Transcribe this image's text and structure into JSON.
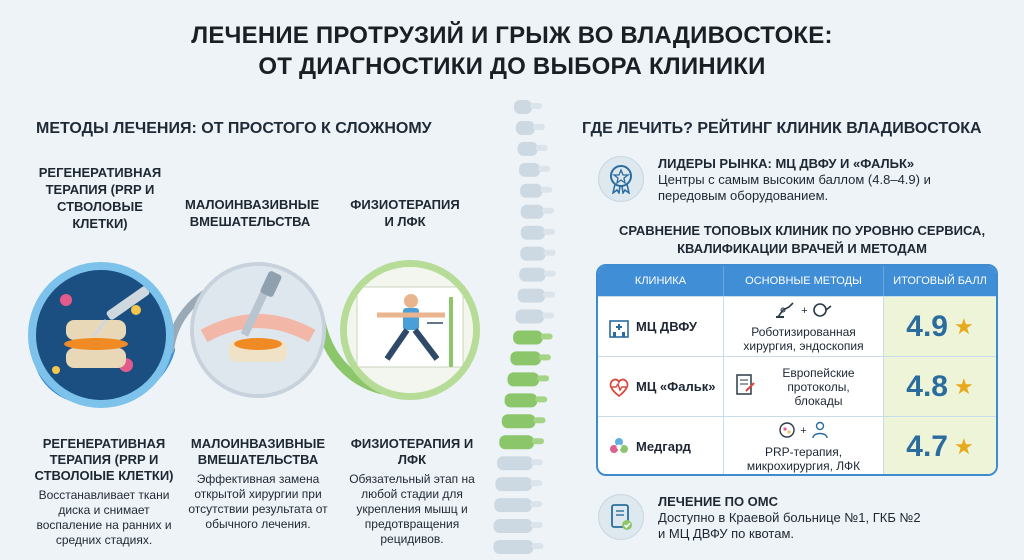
{
  "title": {
    "line1": "ЛЕЧЕНИЕ ПРОТРУЗИЙ И ГРЫЖ ВО ВЛАДИВОСТОКЕ:",
    "line2": "ОТ ДИАГНОСТИКИ ДО ВЫБОРА КЛИНИКИ"
  },
  "left": {
    "heading": "МЕТОДЫ ЛЕЧЕНИЯ: ОТ ПРОСТОГО К СЛОЖНОМУ",
    "methods": [
      {
        "top_label": "РЕГЕНЕРАТИВНАЯ ТЕРАПИЯ (PRP И СТВОЛОВЫЕ КЛЕТКИ)",
        "bottom_label": "РЕГЕНЕРАТИВНАЯ ТЕРАПИЯ (PRP И СТВОЛОIЫЕ КЛЕТКИ)",
        "description": "Восстанавливает ткани диска и снимает воспаление на ранних и средних стадиях."
      },
      {
        "top_label": "МАЛОИНВАЗИВНЫЕ ВМЕШАТЕЛЬСТВА",
        "bottom_label": "МАЛОИНВАЗИВНЫЕ ВМЕШАТЕЛЬСТВА",
        "description": "Эффективная замена открытой хирургии при отсутствии результата от обычного лечения."
      },
      {
        "top_label": "ФИЗИОТЕРАПИЯ И ЛФК",
        "bottom_label": "ФИЗИОТЕРАПИЯ И ЛФК",
        "description": "Обязательный этап на любой стадии для укрепления мышц и предотвращения рецидивов."
      }
    ]
  },
  "right": {
    "heading": "ГДЕ ЛЕЧИТЬ? РЕЙТИНГ КЛИНИК ВЛАДИВОСТОКА",
    "leaders": {
      "title": "ЛИДЕРЫ РЫНКА: МЦ ДВФУ И «ФАЛЬК»",
      "text": "Центры с самым высоким баллом (4.8–4.9) и передовым оборудованием."
    },
    "comparison_title": "СРАВНЕНИЕ ТОПОВЫХ КЛИНИК ПО УРОВНЮ СЕРВИСА, КВАЛИФИКАЦИИ ВРАЧЕЙ И МЕТОДАМ",
    "table": {
      "headers": [
        "КЛИНИКА",
        "ОСНОВНЫЕ МЕТОДЫ",
        "ИТОГОВЫЙ БАЛЛ"
      ],
      "rows": [
        {
          "clinic": "МЦ ДВФУ",
          "methods": "Роботизированная хирургия, эндоскопия",
          "score": "4.9",
          "icon": "hospital-icon"
        },
        {
          "clinic": "МЦ «Фальк»",
          "methods": "Европейские протоколы, блокады",
          "score": "4.8",
          "icon": "heart-pulse-icon"
        },
        {
          "clinic": "Медгард",
          "methods": "PRP-терапия, микрохирургия, ЛФК",
          "score": "4.7",
          "icon": "medical-flower-icon"
        }
      ]
    },
    "oms": {
      "title": "ЛЕЧЕНИЕ ПО ОМС",
      "text": "Доступно в Краевой больнице №1, ГКБ №2 и МЦ ДВФУ по квотам."
    }
  },
  "colors": {
    "blue": "#3f8ed6",
    "orange": "#f08a24",
    "green": "#8cc66a",
    "score_bg": "#eef4d8",
    "star": "#e9a91c"
  }
}
